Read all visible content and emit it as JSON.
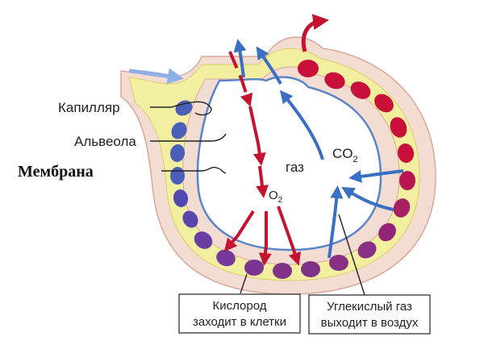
{
  "labels": {
    "capillary": "Капилляр",
    "alveolus": "Альвеола",
    "membrane": "Мембрана",
    "gas": "газ",
    "co2_main": "CO",
    "co2_sub": "2",
    "o2_main": "O",
    "o2_sub": "2"
  },
  "boxes": {
    "oxygen": {
      "line1": "Кислород",
      "line2": "заходит в клетки"
    },
    "co2": {
      "line1": "Углекислый газ",
      "line2": "выходит в воздух"
    }
  },
  "colors": {
    "oxygen_arrow": "#c4122f",
    "co2_arrow": "#3a6fc4",
    "plasma": "#f2f0a0",
    "tissue": "#f3dcd2",
    "blue_cell": "#4a5fb8",
    "purple_cell": "#8a2f86",
    "red_cell": "#c8103a"
  }
}
